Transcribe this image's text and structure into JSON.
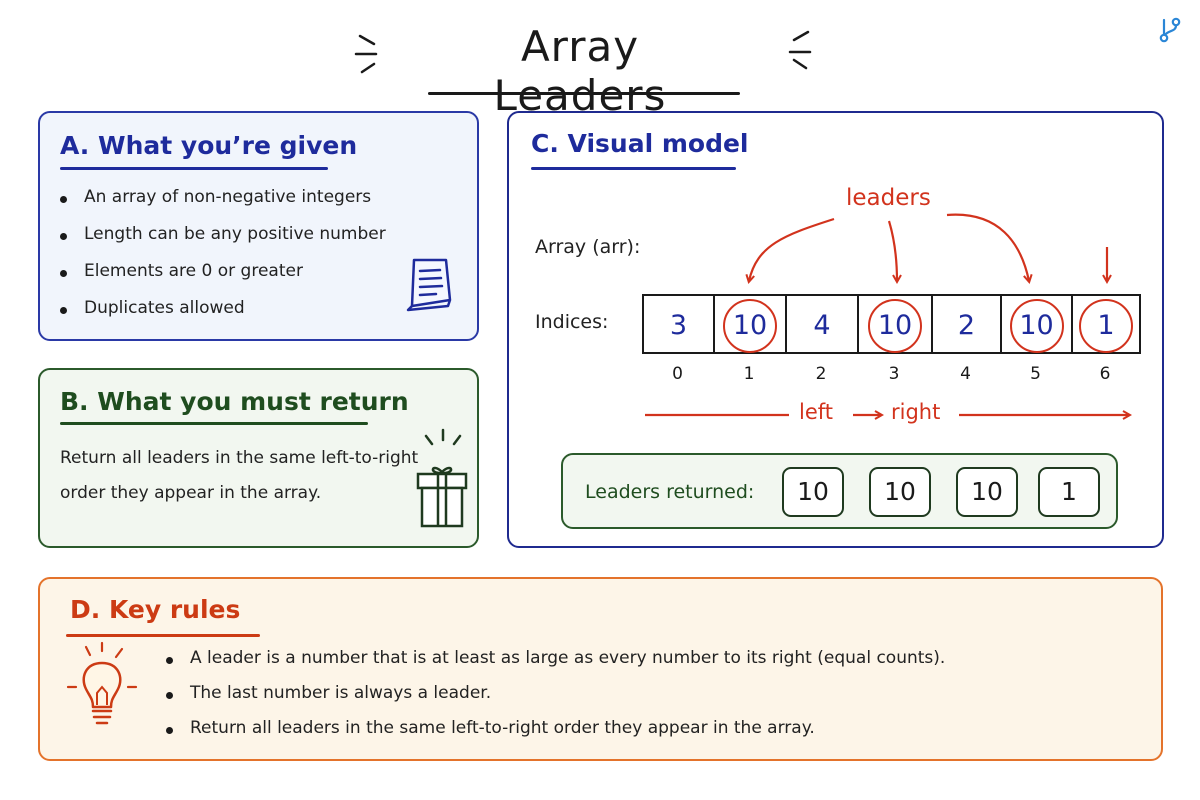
{
  "title": "Array Leaders",
  "colors": {
    "panel_a": "#2a39a6",
    "panel_b": "#2b5a2b",
    "panel_c": "#1f2a8f",
    "panel_d": "#e4732b",
    "leader_red": "#d2331d",
    "value_blue": "#1e2b9c"
  },
  "icons": {
    "corner": "branch-icon",
    "given": "document-icon",
    "return": "gift-icon",
    "rules": "lightbulb-icon"
  },
  "panel_a": {
    "heading": "A. What you’re given",
    "items": [
      "An array of non-negative integers",
      "Length can be any positive number",
      "Elements are 0 or greater",
      "Duplicates allowed"
    ]
  },
  "panel_b": {
    "heading": "B. What you must return",
    "lines": [
      "Return all leaders in the same left-to-right",
      "order they appear in the array."
    ]
  },
  "panel_c": {
    "heading": "C. Visual model",
    "leaders_label": "leaders",
    "array_label": "Array (arr):",
    "indices_label": "Indices:",
    "cells": [
      {
        "value": "3",
        "index": "0",
        "leader": false
      },
      {
        "value": "10",
        "index": "1",
        "leader": true
      },
      {
        "value": "4",
        "index": "2",
        "leader": false
      },
      {
        "value": "10",
        "index": "3",
        "leader": true
      },
      {
        "value": "2",
        "index": "4",
        "leader": false
      },
      {
        "value": "10",
        "index": "5",
        "leader": true
      },
      {
        "value": "1",
        "index": "6",
        "leader": true
      }
    ],
    "direction": {
      "left": "left",
      "right": "right"
    },
    "returned_label": "Leaders returned:",
    "returned": [
      "10",
      "10",
      "10",
      "1"
    ]
  },
  "panel_d": {
    "heading": "D. Key rules",
    "items": [
      "A leader is a number that is at least as large as every number to its right (equal counts).",
      "The last number is always a leader.",
      "Return all leaders in the same left-to-right order they appear in the array."
    ]
  }
}
